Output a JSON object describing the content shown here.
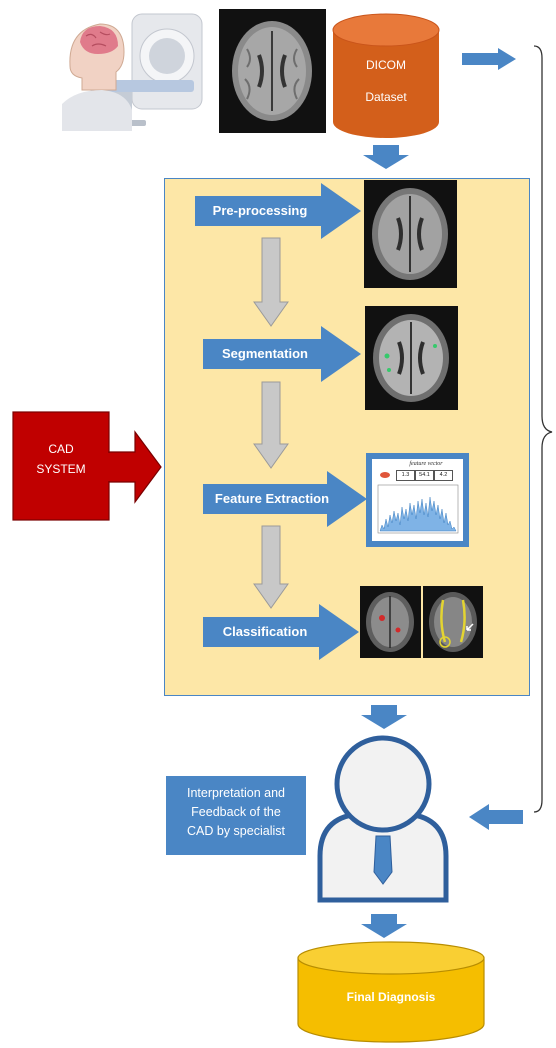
{
  "dicom": {
    "line1": "DICOM",
    "line2": "Dataset"
  },
  "cad_system": {
    "line1": "CAD",
    "line2": "SYSTEM"
  },
  "steps": [
    {
      "label": "Pre-processing"
    },
    {
      "label": "Segmentation"
    },
    {
      "label": "Feature Extraction"
    },
    {
      "label": "Classification"
    }
  ],
  "feature_vector": {
    "title": "feature vector",
    "cells": [
      "1.3",
      "54.1",
      "4.2"
    ]
  },
  "interpretation": {
    "lines": [
      "Interpretation and",
      "Feedback of the",
      "CAD by specialist"
    ]
  },
  "final": {
    "label": "Final Diagnosis"
  },
  "colors": {
    "arrow_blue": "#4a86c5",
    "panel_fill": "#fde7a7",
    "dicom_orange": "#d35f1b",
    "cad_red": "#c00000",
    "final_yellow": "#f5be00",
    "gray_arrow": "#c8c8c8"
  }
}
